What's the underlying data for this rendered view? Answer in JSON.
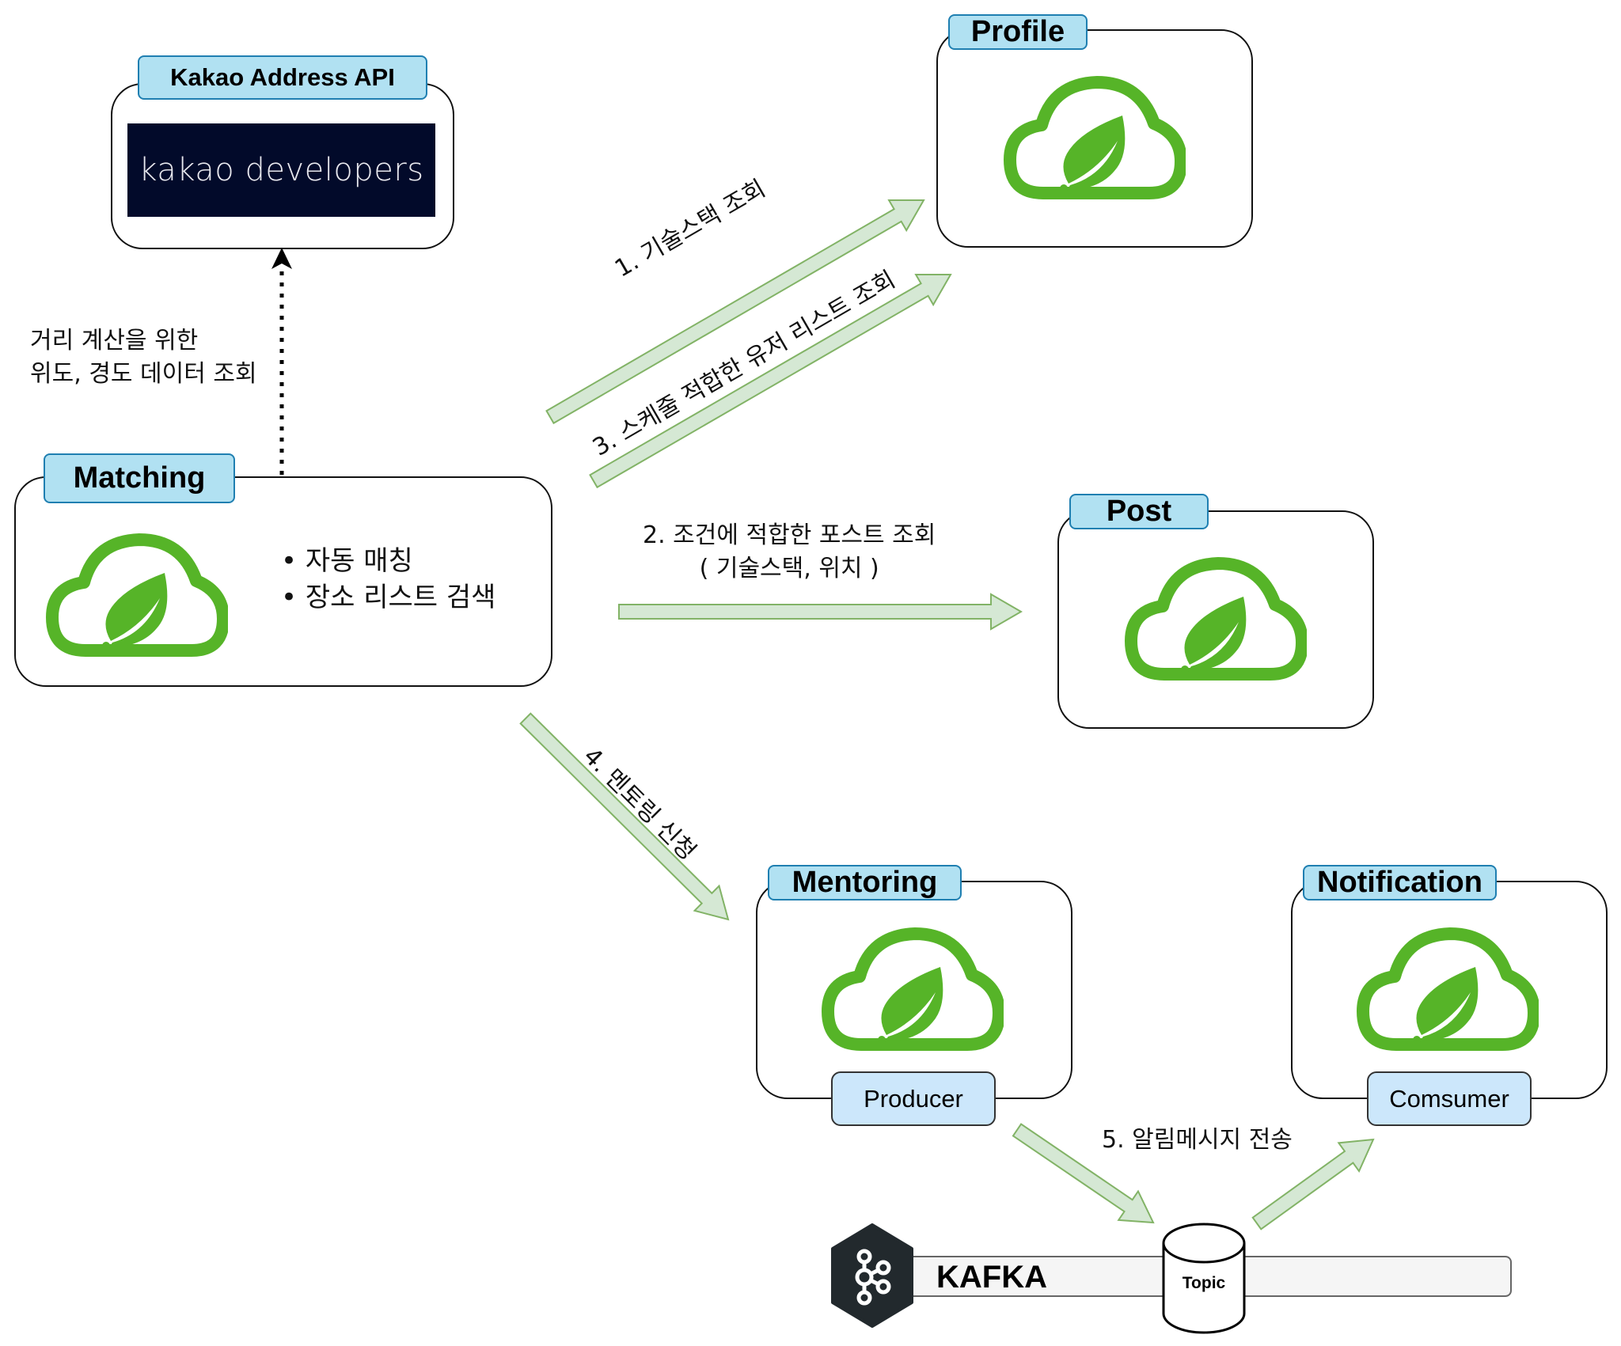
{
  "services": {
    "kakao": {
      "label": "Kakao Address API",
      "logo_text": "kakao developers"
    },
    "matching": {
      "label": "Matching",
      "features": [
        "• 자동 매칭",
        "• 장소 리스트 검색"
      ]
    },
    "profile": {
      "label": "Profile"
    },
    "post": {
      "label": "Post"
    },
    "mentoring": {
      "label": "Mentoring",
      "role": "Producer"
    },
    "notification": {
      "label": "Notification",
      "role": "Comsumer"
    }
  },
  "kafka": {
    "label": "KAFKA",
    "topic": "Topic"
  },
  "flows": {
    "geo_lookup": {
      "line1": "거리 계산을 위한",
      "line2": "위도, 경도 데이터 조회"
    },
    "step1": "1. 기술스택 조회",
    "step2": {
      "line1": "2. 조건에 적합한 포스트  조회",
      "line2": "( 기술스택, 위치 )"
    },
    "step3": "3. 스케줄 적합한 유저 리스트 조회",
    "step4": "4. 멘토링 신청",
    "step5": "5. 알림메시지 전송"
  },
  "colors": {
    "label_fill": "#b1e1f2",
    "label_stroke": "#1f7fb1",
    "arrow_fill": "#d5e8d4",
    "arrow_stroke": "#82b366",
    "spring_green": "#56b428",
    "kakao_bg": "#020a2a",
    "kafka_hex": "#22292d",
    "client_fill": "#cce7fb"
  }
}
